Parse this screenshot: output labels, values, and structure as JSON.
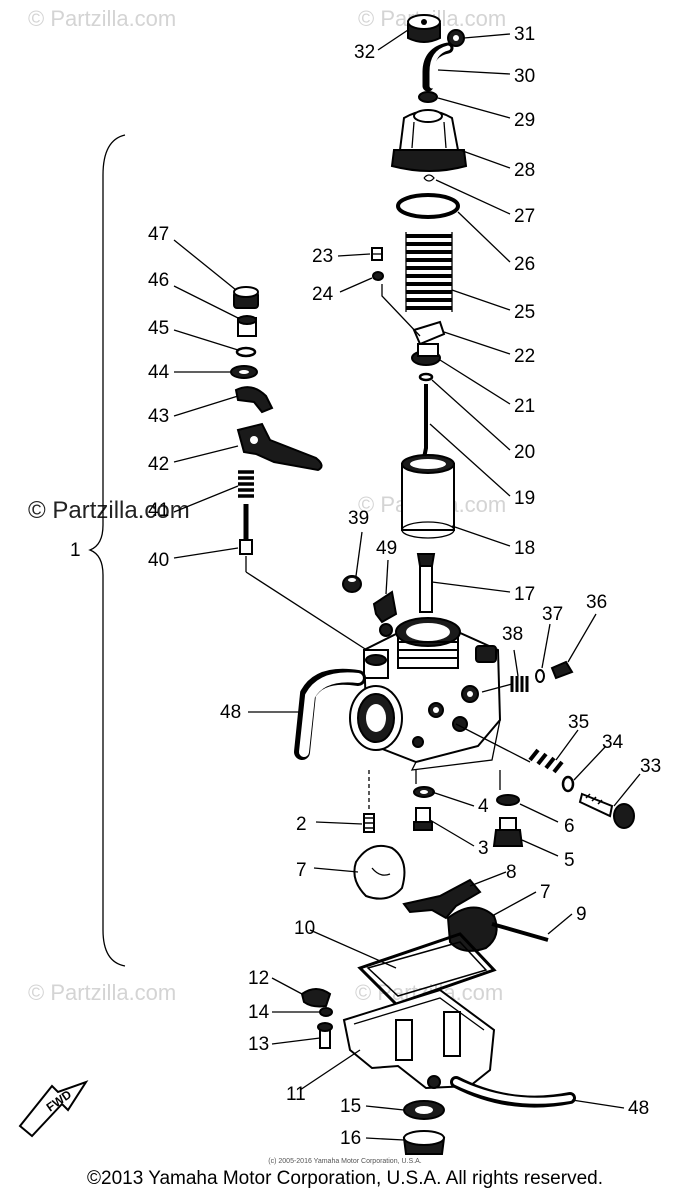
{
  "watermark": {
    "text": "© Partzilla.com",
    "prominent_text": "© Partzilla.com"
  },
  "assembly_label": "1",
  "direction_label": "FWD",
  "callouts": {
    "c2": "2",
    "c3": "3",
    "c4": "4",
    "c5": "5",
    "c6": "6",
    "c7a": "7",
    "c7b": "7",
    "c8": "8",
    "c9": "9",
    "c10": "10",
    "c11": "11",
    "c12": "12",
    "c13": "13",
    "c14": "14",
    "c15": "15",
    "c16": "16",
    "c17": "17",
    "c18": "18",
    "c19": "19",
    "c20": "20",
    "c21": "21",
    "c22": "22",
    "c23": "23",
    "c24": "24",
    "c25": "25",
    "c26": "26",
    "c27": "27",
    "c28": "28",
    "c29": "29",
    "c30": "30",
    "c31": "31",
    "c32": "32",
    "c33": "33",
    "c34": "34",
    "c35": "35",
    "c36": "36",
    "c37": "37",
    "c38": "38",
    "c39": "39",
    "c40": "40",
    "c41": "41",
    "c42": "42",
    "c43": "43",
    "c44": "44",
    "c45": "45",
    "c46": "46",
    "c47": "47",
    "c48a": "48",
    "c48b": "48",
    "c49": "49"
  },
  "small_copyright": "(c) 2005-2016 Yamaha Motor Corporation, U.S.A.",
  "copyright": "©2013 Yamaha Motor Corporation, U.S.A. All rights reserved."
}
